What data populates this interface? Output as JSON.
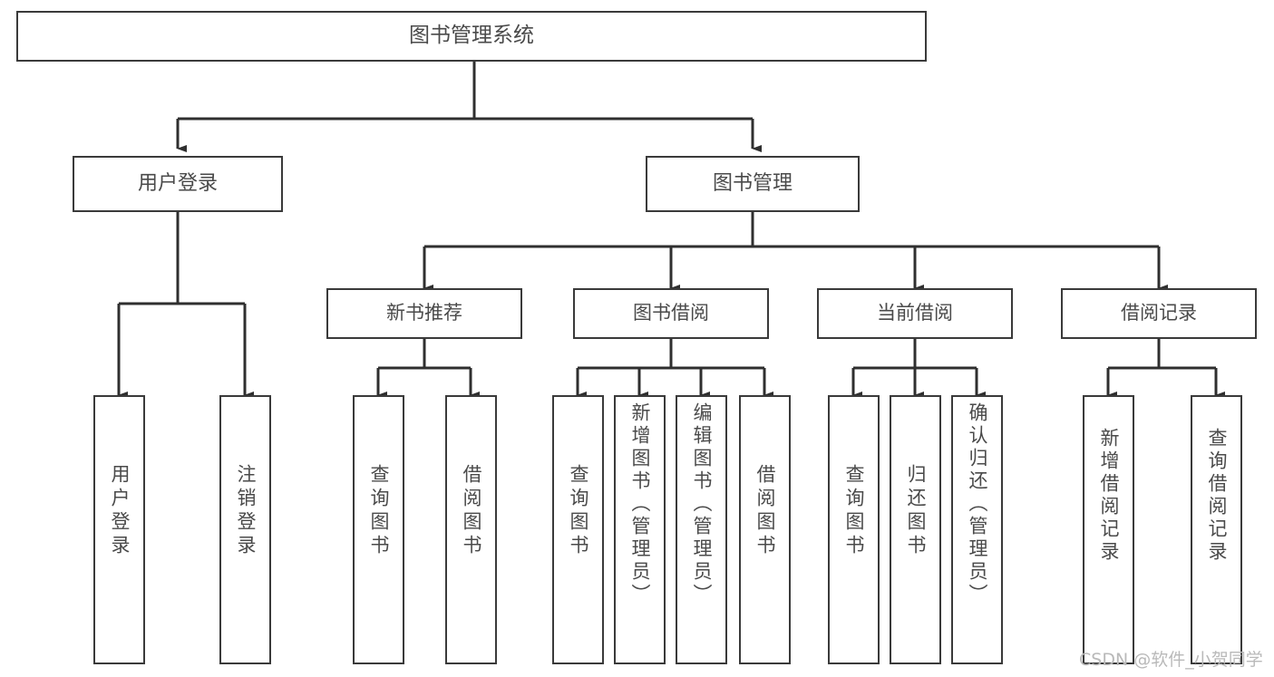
{
  "diagram": {
    "title": "图书管理系统",
    "type": "hierarchy-tree",
    "levels": 4,
    "colors": {
      "box_border": "#3a3a3a",
      "box_fill": "#ffffff",
      "text": "#4a4a4a",
      "connector": "#2f2f2f",
      "watermark": "#b9b9b9",
      "background": "#ffffff"
    },
    "root": {
      "label": "图书管理系统"
    },
    "level2": [
      {
        "id": "user-login",
        "label": "用户登录"
      },
      {
        "id": "book-management",
        "label": "图书管理"
      }
    ],
    "level3": [
      {
        "id": "new-book-recommend",
        "label": "新书推荐",
        "parent": "book-management"
      },
      {
        "id": "book-borrow",
        "label": "图书借阅",
        "parent": "book-management"
      },
      {
        "id": "current-borrow",
        "label": "当前借阅",
        "parent": "book-management"
      },
      {
        "id": "borrow-record",
        "label": "借阅记录",
        "parent": "book-management"
      }
    ],
    "leaves": [
      {
        "id": "leaf-user-login",
        "label": "用户登录",
        "parent": "user-login"
      },
      {
        "id": "leaf-logout",
        "label": "注销登录",
        "parent": "user-login"
      },
      {
        "id": "leaf-query-book-1",
        "label": "查询图书",
        "parent": "new-book-recommend"
      },
      {
        "id": "leaf-borrow-book-1",
        "label": "借阅图书",
        "parent": "new-book-recommend"
      },
      {
        "id": "leaf-query-book-2",
        "label": "查询图书",
        "parent": "book-borrow"
      },
      {
        "id": "leaf-add-book",
        "label": "新增图书（管理员）",
        "parent": "book-borrow"
      },
      {
        "id": "leaf-edit-book",
        "label": "编辑图书（管理员）",
        "parent": "book-borrow"
      },
      {
        "id": "leaf-borrow-book-2",
        "label": "借阅图书",
        "parent": "book-borrow"
      },
      {
        "id": "leaf-query-book-3",
        "label": "查询图书",
        "parent": "current-borrow"
      },
      {
        "id": "leaf-return-book",
        "label": "归还图书",
        "parent": "current-borrow"
      },
      {
        "id": "leaf-confirm-return",
        "label": "确认归还（管理员）",
        "parent": "current-borrow"
      },
      {
        "id": "leaf-add-record",
        "label": "新增借阅记录",
        "parent": "borrow-record"
      },
      {
        "id": "leaf-query-record",
        "label": "查询借阅记录",
        "parent": "borrow-record"
      }
    ]
  },
  "watermark": {
    "text": "CSDN @软件_小贺同学"
  }
}
